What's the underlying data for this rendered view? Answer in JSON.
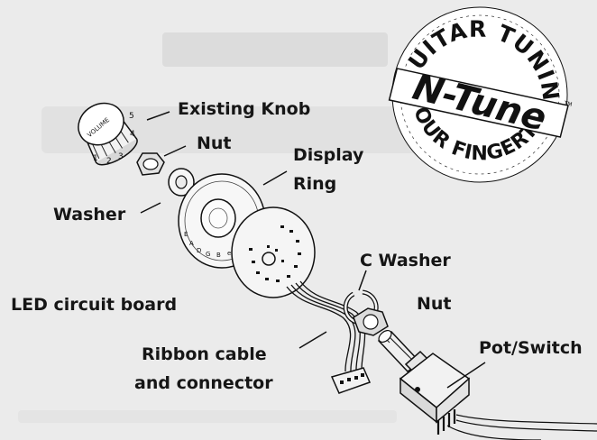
{
  "labels": {
    "existing_knob": "Existing Knob",
    "nut_top": "Nut",
    "display_ring_line1": "Display",
    "display_ring_line2": "Ring",
    "washer": "Washer",
    "c_washer": "C Washer",
    "nut_lower": "Nut",
    "led_circuit_board": "LED circuit board",
    "ribbon_line1": "Ribbon cable",
    "ribbon_line2": "and connector",
    "pot_switch": "Pot/Switch"
  },
  "logo": {
    "top_arc": "GUITAR TUNING",
    "wordmark": "N-Tune",
    "trademark": "TM",
    "bottom_arc": "AT YOUR FINGERTIPS"
  },
  "knob": {
    "word": "VOLUME",
    "numbers": [
      "1",
      "2",
      "3",
      "4",
      "5"
    ]
  },
  "display_ring": {
    "note_letters": [
      "E",
      "A",
      "D",
      "G",
      "B",
      "e"
    ]
  },
  "colors": {
    "background": "#ebebeb",
    "ink": "#161616"
  }
}
